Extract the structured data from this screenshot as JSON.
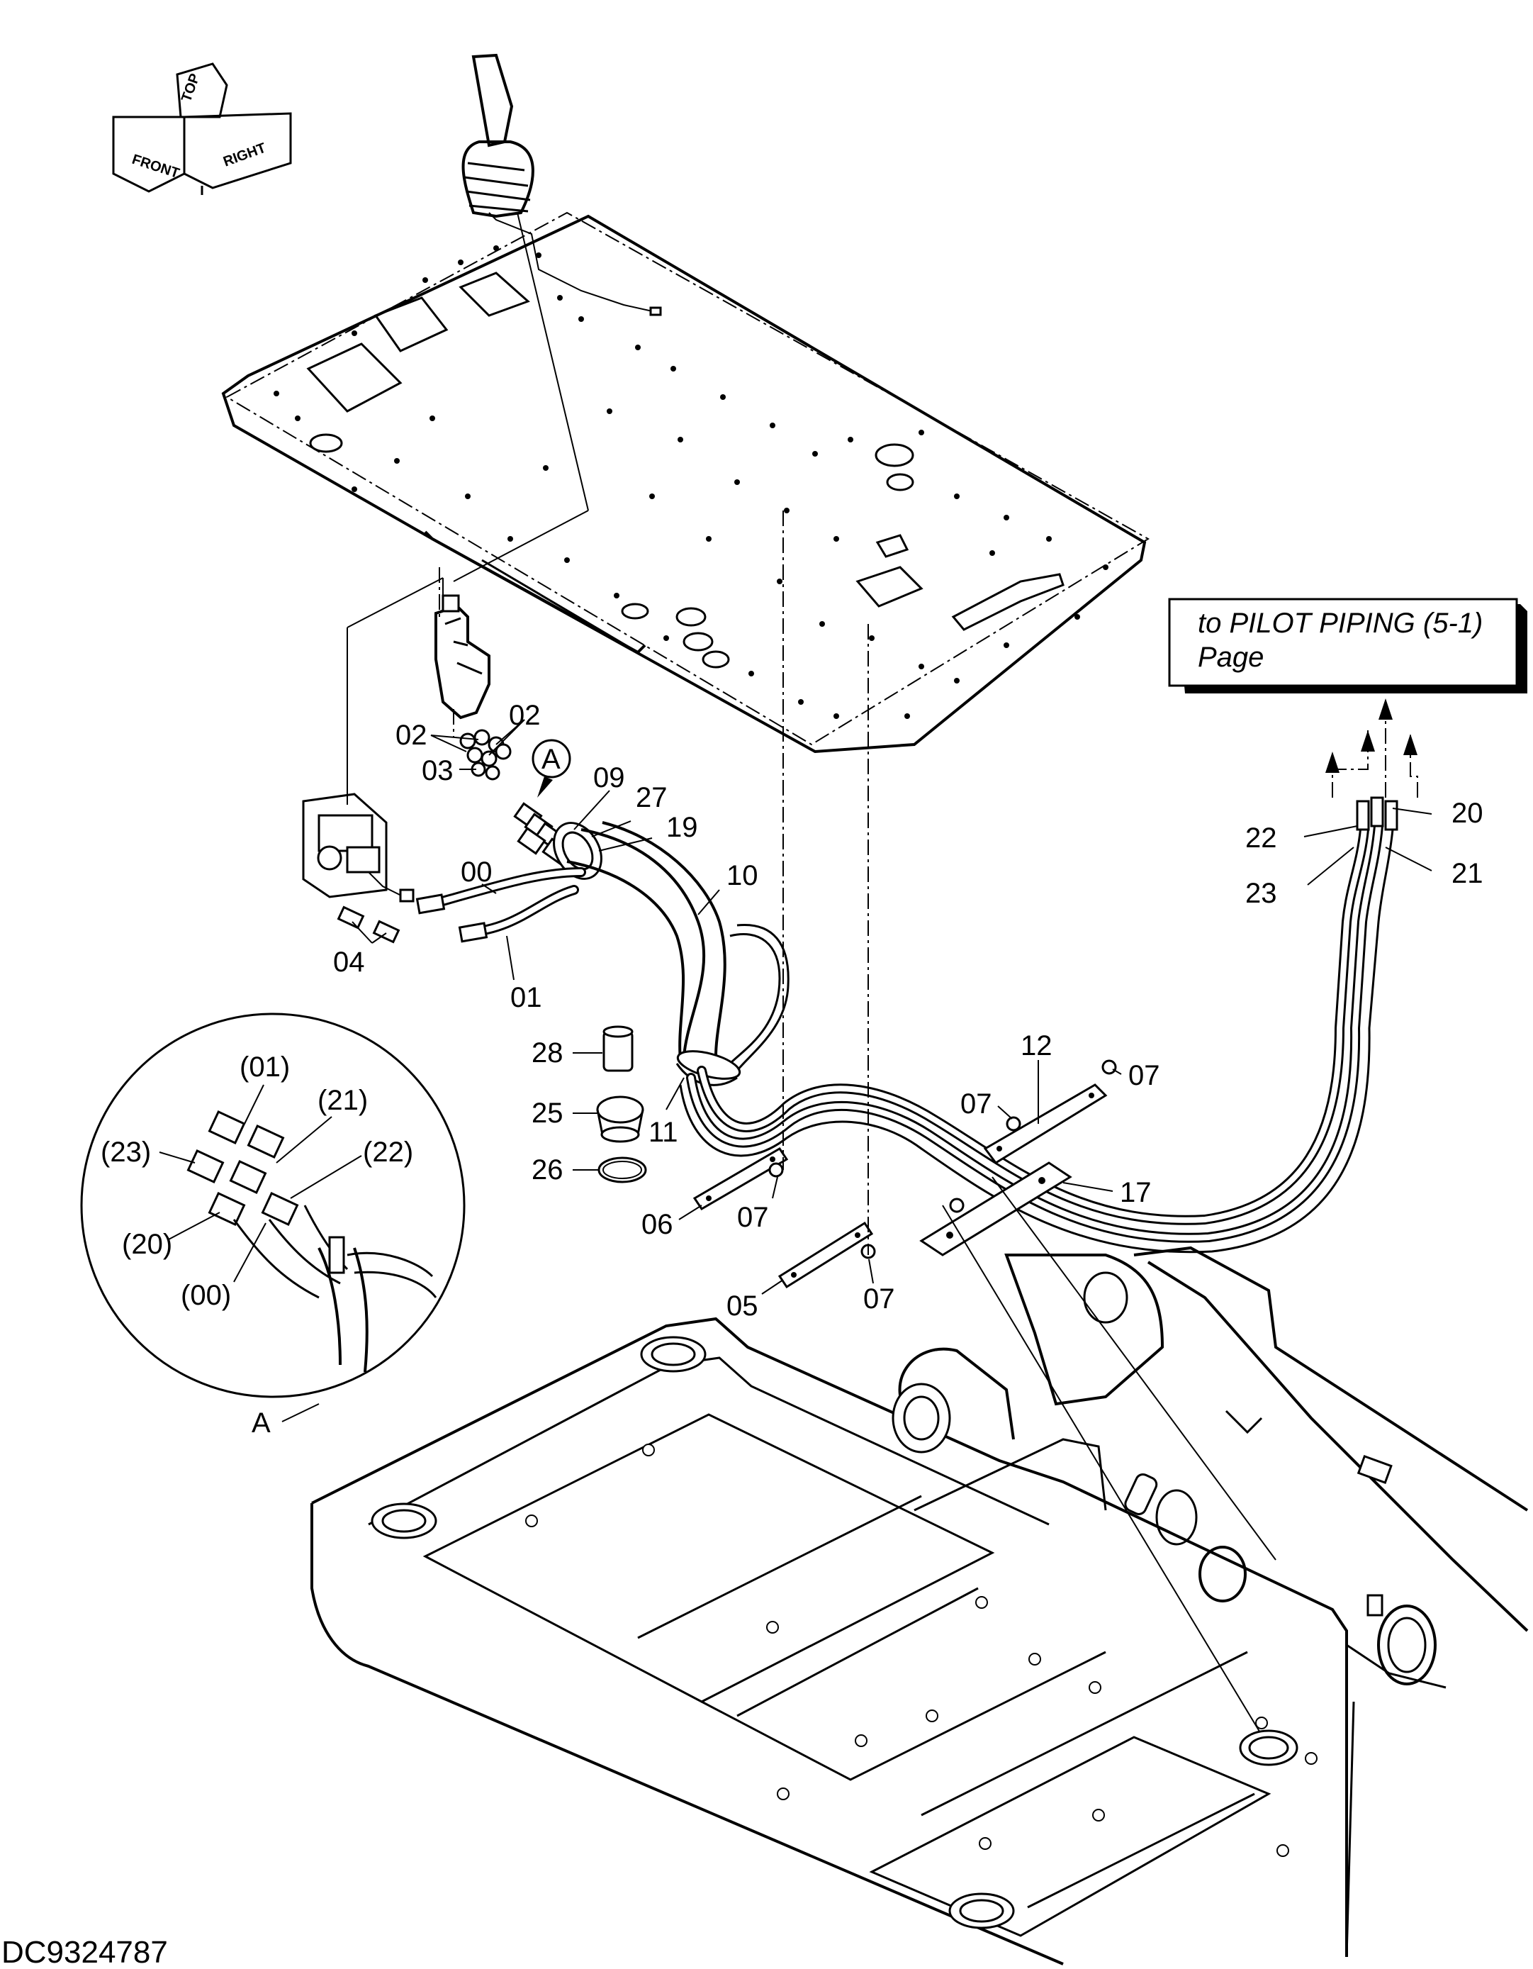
{
  "orientation": {
    "front": "FRONT",
    "top": "TOP",
    "right": "RIGHT"
  },
  "reference_note": {
    "line1": "to PILOT PIPING (5-1)",
    "line2": "Page"
  },
  "detail": {
    "label": "A",
    "callouts": [
      "(01)",
      "(21)",
      "(23)",
      "(22)",
      "(20)",
      "(00)"
    ]
  },
  "detail_marker": "A",
  "callouts": [
    "02",
    "02",
    "03",
    "09",
    "27",
    "19",
    "00",
    "10",
    "04",
    "01",
    "28",
    "25",
    "11",
    "26",
    "12",
    "07",
    "07",
    "17",
    "06",
    "07",
    "05",
    "07",
    "22",
    "20",
    "23",
    "21"
  ],
  "document_id": "DC9324787"
}
